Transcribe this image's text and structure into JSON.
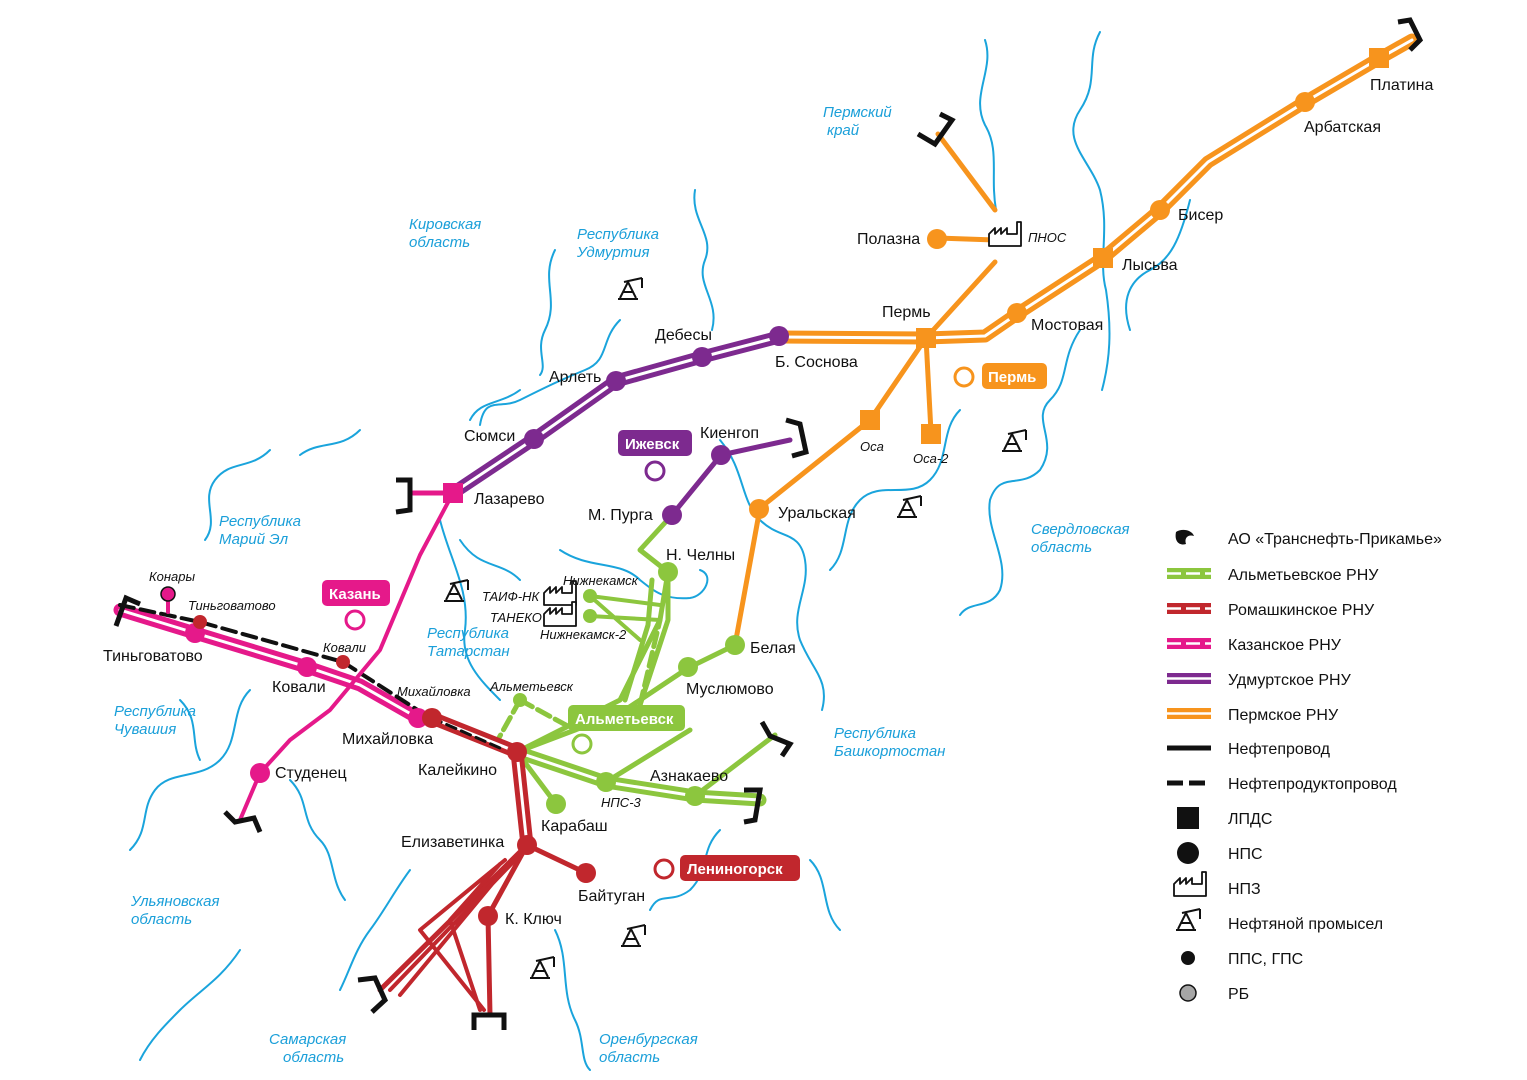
{
  "colors": {
    "almetyevsk": "#8cc63e",
    "romashkino": "#c1272d",
    "kazan": "#e5198a",
    "udmurt": "#7d2a8f",
    "perm": "#f7941d",
    "river": "#1aa4dc",
    "region": "#1a9fd9",
    "black": "#111111"
  },
  "regions": [
    "Пермский",
    "край",
    "Кировская",
    "область",
    "Республика",
    "Удмуртия",
    "Республика",
    "Марий Эл",
    "Республика",
    "Чувашия",
    "Республика",
    "Татарстан",
    "Свердловская",
    "область",
    "Республика",
    "Башкортостан",
    "Ульяновская",
    "область",
    "Самарская",
    "область",
    "Оренбургская",
    "область"
  ],
  "cities": [
    "Пермь",
    "Ижевск",
    "Казань",
    "Альметьевск",
    "Лениногорск"
  ],
  "stations": [
    "Платина",
    "Арбатская",
    "Бисер",
    "Лысьва",
    "Мостовая",
    "Пермь",
    "Полазна",
    "Б. Соснова",
    "Дебесы",
    "Арлеть",
    "Сюмси",
    "Лазарево",
    "Киенгоп",
    "М. Пурга",
    "Уральская",
    "Н. Челны",
    "Белая",
    "Муслюмово",
    "Азнакаево",
    "Тиньговатово",
    "Ковали",
    "Михайловка",
    "Калейкино",
    "Студенец",
    "Елизаветинка",
    "Байтуган",
    "К. Ключ",
    "Карабаш"
  ],
  "small_stations": [
    "ПНОС",
    "Оса",
    "Оса-2",
    "Конары",
    "Тиньговатово",
    "Ковали",
    "Михайловка",
    "Альметьевск",
    "Нижнекамск",
    "ТАИФ-НК",
    "ТАНЕКО",
    "Нижнекамск-2",
    "НПС-3"
  ],
  "legend": [
    {
      "label": "АО «Транснефть-Прикамье»",
      "icon": "transneft-logo-icon"
    },
    {
      "label": "Альметьевское РНУ",
      "color": "#8cc63e"
    },
    {
      "label": "Ромашкинское РНУ",
      "color": "#c1272d"
    },
    {
      "label": "Казанское РНУ",
      "color": "#e5198a"
    },
    {
      "label": "Удмуртское РНУ",
      "color": "#7d2a8f"
    },
    {
      "label": "Пермское РНУ",
      "color": "#f7941d"
    },
    {
      "label": "Нефтепровод",
      "icon": "solid-line-icon"
    },
    {
      "label": "Нефтепродуктопровод",
      "icon": "dashed-line-icon"
    },
    {
      "label": "ЛПДС",
      "icon": "square-icon"
    },
    {
      "label": "НПС",
      "icon": "circle-icon"
    },
    {
      "label": "НПЗ",
      "icon": "refinery-icon"
    },
    {
      "label": "Нефтяной промысел",
      "icon": "oil-derrick-icon"
    },
    {
      "label": "ППС, ГПС",
      "icon": "small-dot-icon"
    },
    {
      "label": "РБ",
      "icon": "grey-dot-icon"
    }
  ]
}
